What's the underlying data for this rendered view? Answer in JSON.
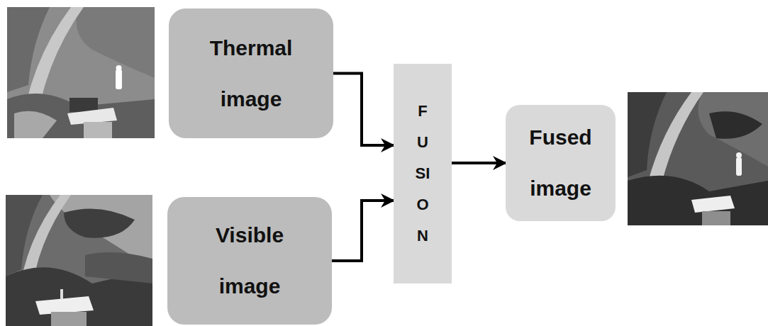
{
  "diagram": {
    "nodes": [
      {
        "text": [
          "Thermal image"
        ]
      },
      {
        "text": [
          "Visible image"
        ]
      },
      {
        "text": [
          "FUSION"
        ]
      },
      {
        "text": [
          "Fused image"
        ]
      }
    ],
    "edges": [
      {
        "from": 0,
        "to": 2,
        "arrow": "to"
      },
      {
        "from": 1,
        "to": 2,
        "arrow": "to"
      },
      {
        "from": 2,
        "to": 3,
        "arrow": "to"
      }
    ]
  }
}
